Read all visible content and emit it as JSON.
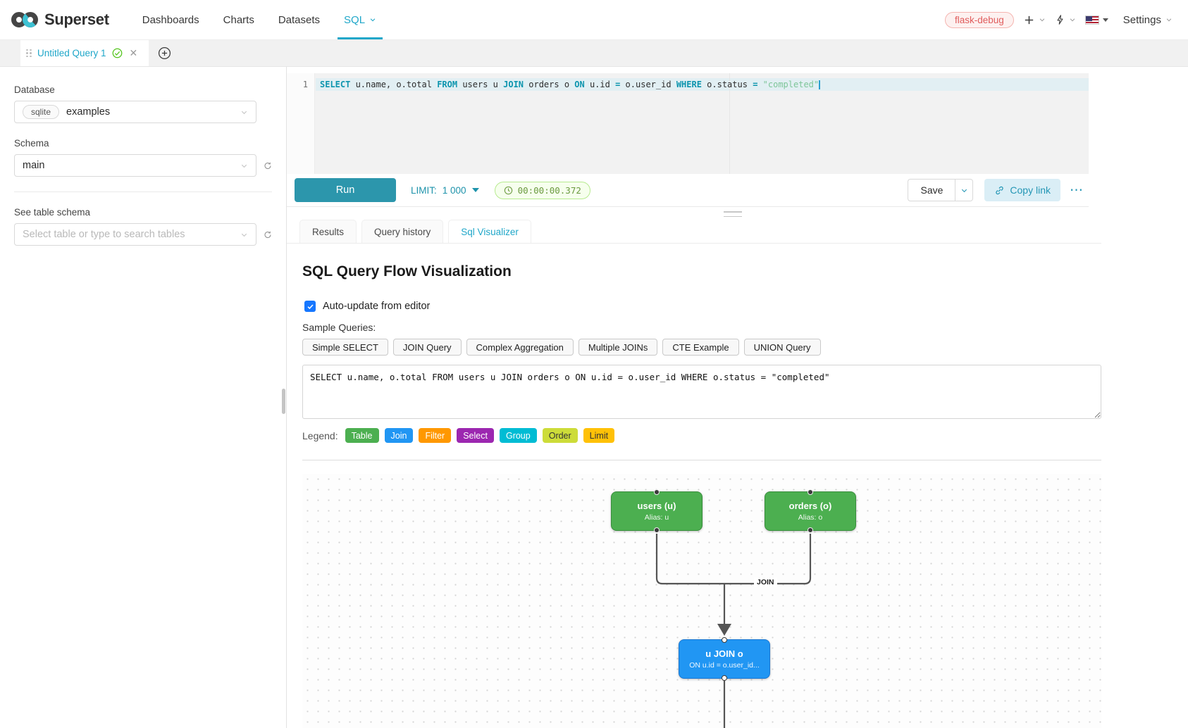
{
  "navbar": {
    "brand": "Superset",
    "items": [
      {
        "label": "Dashboards"
      },
      {
        "label": "Charts"
      },
      {
        "label": "Datasets"
      },
      {
        "label": "SQL"
      }
    ],
    "env_badge": "flask-debug",
    "settings_label": "Settings"
  },
  "query_tab": {
    "title": "Untitled Query 1"
  },
  "sidebar": {
    "database_label": "Database",
    "database_engine": "sqlite",
    "database_name": "examples",
    "schema_label": "Schema",
    "schema_value": "main",
    "table_schema_label": "See table schema",
    "table_placeholder": "Select table or type to search tables"
  },
  "editor": {
    "line_number": "1",
    "sql_tokens": [
      {
        "text": "SELECT",
        "type": "kw"
      },
      {
        "text": " u.name, o.total ",
        "type": "txt"
      },
      {
        "text": "FROM",
        "type": "kw"
      },
      {
        "text": " users u ",
        "type": "txt"
      },
      {
        "text": "JOIN",
        "type": "kw"
      },
      {
        "text": " orders o ",
        "type": "txt"
      },
      {
        "text": "ON",
        "type": "kw"
      },
      {
        "text": " u.id ",
        "type": "txt"
      },
      {
        "text": "=",
        "type": "op"
      },
      {
        "text": " o.user_id ",
        "type": "txt"
      },
      {
        "text": "WHERE",
        "type": "kw"
      },
      {
        "text": " o.status ",
        "type": "txt"
      },
      {
        "text": "=",
        "type": "op"
      },
      {
        "text": " ",
        "type": "txt"
      },
      {
        "text": "\"completed\"",
        "type": "str"
      }
    ],
    "run_label": "Run",
    "limit_label": "LIMIT:",
    "limit_value": "1 000",
    "timer": "00:00:00.372",
    "save_label": "Save",
    "copy_link_label": "Copy link",
    "more_label": "⋯"
  },
  "result_tabs": [
    {
      "label": "Results"
    },
    {
      "label": "Query history"
    },
    {
      "label": "Sql Visualizer"
    }
  ],
  "visualizer": {
    "title": "SQL Query Flow Visualization",
    "auto_update_label": "Auto-update from editor",
    "auto_update_checked": true,
    "sample_queries_label": "Sample Queries:",
    "sample_queries": [
      "Simple SELECT",
      "JOIN Query",
      "Complex Aggregation",
      "Multiple JOINs",
      "CTE Example",
      "UNION Query"
    ],
    "query_text": "SELECT u.name, o.total FROM users u JOIN orders o ON u.id = o.user_id WHERE o.status = \"completed\"",
    "legend_label": "Legend:",
    "legend": [
      {
        "label": "Table",
        "color": "#4caf50",
        "text_color": "#ffffff"
      },
      {
        "label": "Join",
        "color": "#2196f3",
        "text_color": "#ffffff"
      },
      {
        "label": "Filter",
        "color": "#ff9800",
        "text_color": "#ffffff"
      },
      {
        "label": "Select",
        "color": "#9c27b0",
        "text_color": "#ffffff"
      },
      {
        "label": "Group",
        "color": "#00bcd4",
        "text_color": "#ffffff"
      },
      {
        "label": "Order",
        "color": "#cddc39",
        "text_color": "#333333"
      },
      {
        "label": "Limit",
        "color": "#ffc107",
        "text_color": "#333333"
      }
    ],
    "flow": {
      "edge_label": "JOIN",
      "nodes": [
        {
          "title": "users (u)",
          "subtitle": "Alias: u",
          "color": "#4caf50",
          "border_color": "#388e3c"
        },
        {
          "title": "orders (o)",
          "subtitle": "Alias: o",
          "color": "#4caf50",
          "border_color": "#388e3c"
        },
        {
          "title": "u JOIN o",
          "subtitle": "ON u.id = o.user_id...",
          "color": "#2196f3",
          "border_color": "#1976d2"
        }
      ]
    }
  },
  "colors": {
    "accent": "#20a7c9",
    "run_button": "#2c96ac",
    "keyword": "#0d95ae",
    "string_literal": "#7ec699",
    "timer_green": "#6b9a3f",
    "checkbox_blue": "#1677ff"
  }
}
